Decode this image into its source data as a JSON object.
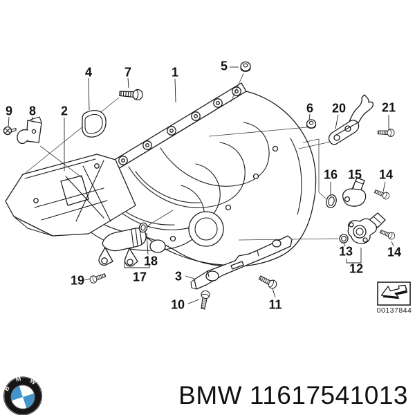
{
  "diagram": {
    "part_labels": [
      "4",
      "7",
      "1",
      "5",
      "9",
      "8",
      "2",
      "6",
      "20",
      "21",
      "16",
      "15",
      "14",
      "18",
      "17",
      "3",
      "19",
      "10",
      "11",
      "13",
      "12",
      "14"
    ]
  },
  "reference": {
    "figure_number": "00137844"
  },
  "footer": {
    "brand": "BMW",
    "part_number": "11617541013"
  },
  "logo": {
    "letters": [
      "B",
      "M",
      "W"
    ]
  },
  "colors": {
    "line": "#1b1b1b",
    "bmw_blue": "#4295cc",
    "background": "#ffffff"
  }
}
